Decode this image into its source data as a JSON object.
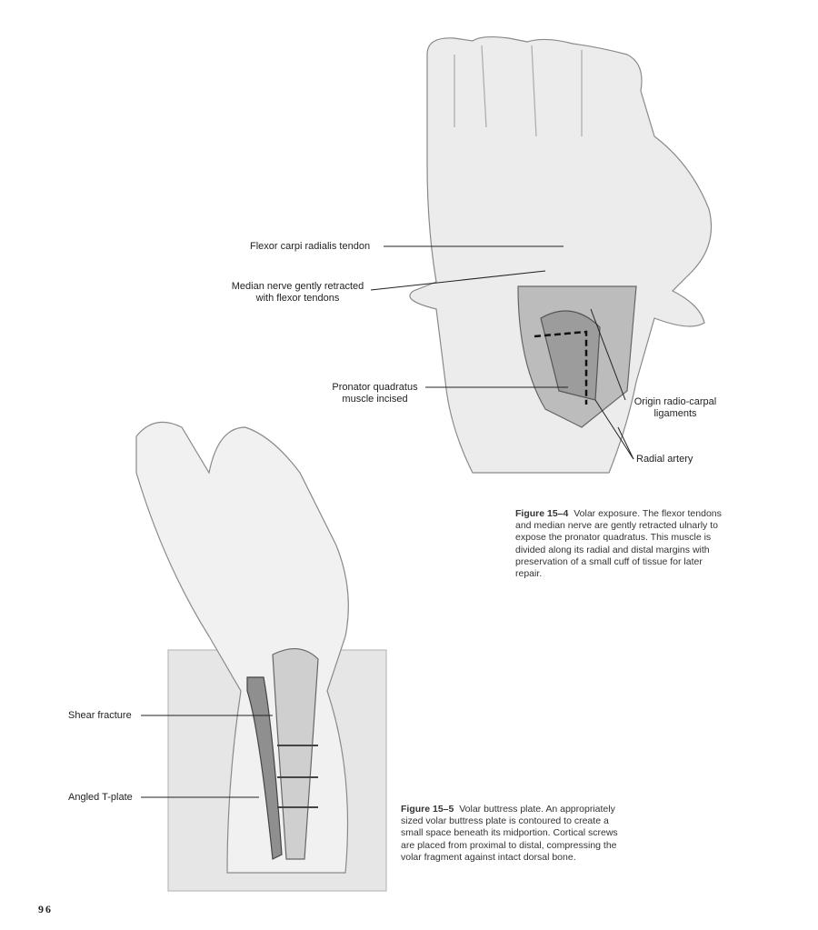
{
  "figure_15_4": {
    "labels": {
      "fcr": "Flexor carpi radialis tendon",
      "median_1": "Median nerve gently retracted",
      "median_2": "with flexor tendons",
      "pq_1": "Pronator quadratus",
      "pq_2": "muscle incised",
      "origin_1": "Origin radio-carpal",
      "origin_2": "ligaments",
      "radial_artery": "Radial artery"
    },
    "caption_title": "Figure 15–4",
    "caption_text": "Volar exposure. The flexor tendons and median nerve are gently retracted ulnarly to expose the pronator quadratus. This muscle is divided along its radial and distal margins with preservation of a small cuff of tissue for later repair."
  },
  "figure_15_5": {
    "labels": {
      "shear": "Shear fracture",
      "tplate": "Angled T-plate"
    },
    "caption_title": "Figure 15–5",
    "caption_text": "Volar buttress plate. An appropriately sized volar buttress plate is contoured to create a small space beneath its midportion. Cortical screws are placed from proximal to distal, compressing the volar fragment against intact dorsal bone."
  },
  "page_number": "96"
}
